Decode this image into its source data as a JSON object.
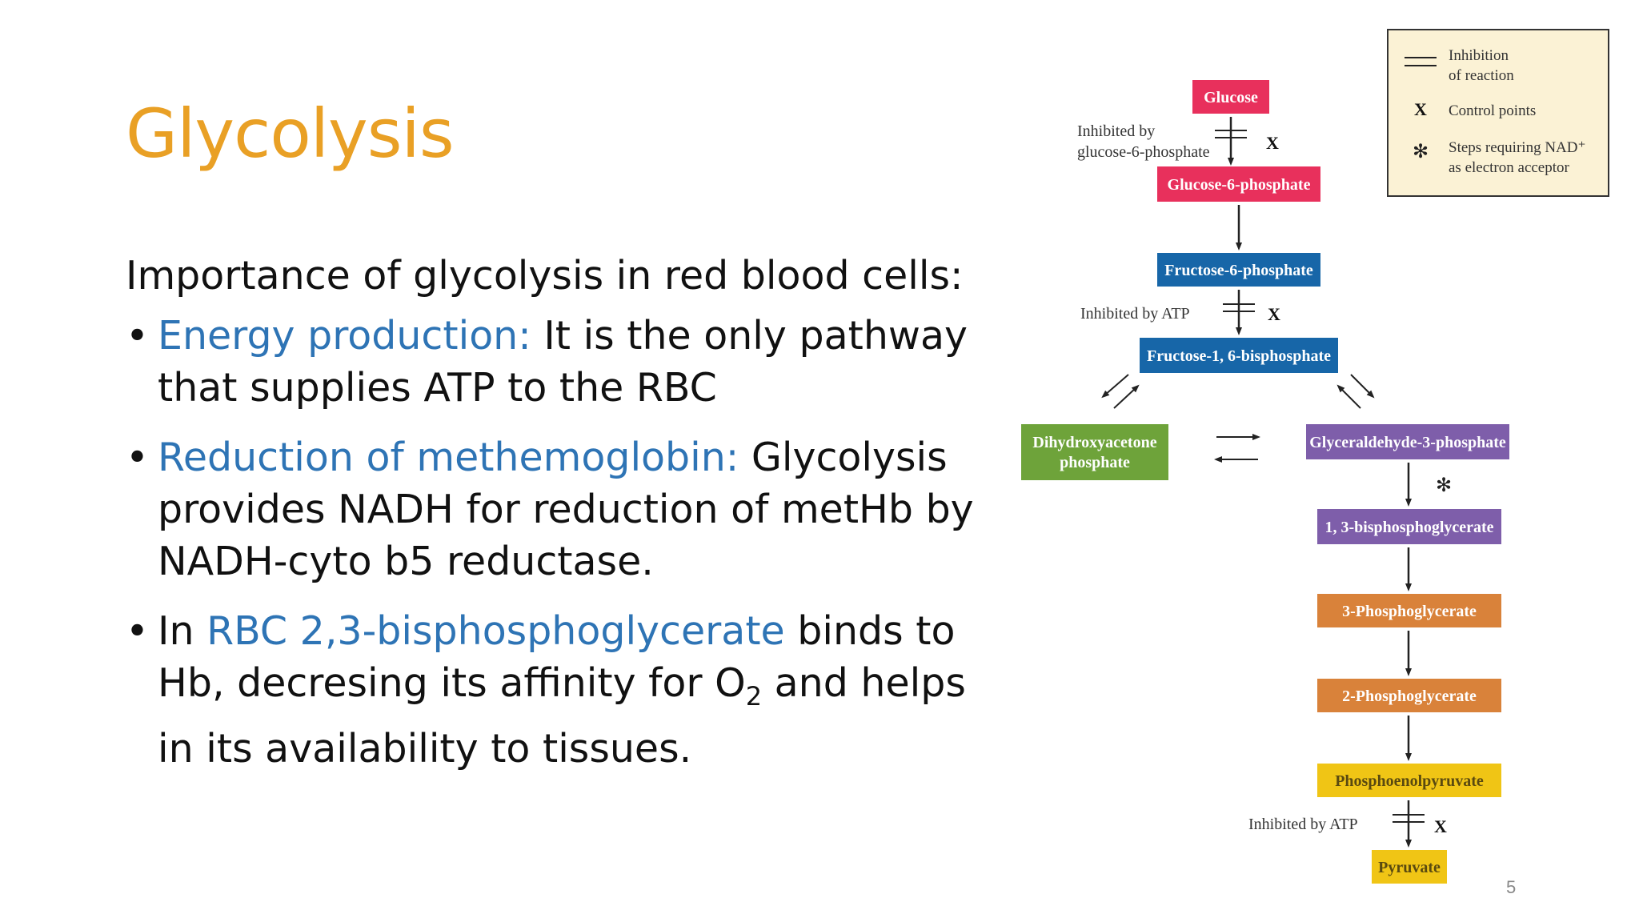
{
  "slide": {
    "title": "Glycolysis",
    "intro": "Importance of glycolysis in red blood cells:",
    "bullets": [
      {
        "accent": "Energy production:",
        "text": " It is the only pathway that supplies ATP to the RBC"
      },
      {
        "accent": "Reduction of methemoglobin:",
        "text": "  Glycolysis provides NADH for reduction of metHb by NADH-cyto b5 reductase."
      },
      {
        "prefix": "In ",
        "accent": "RBC 2,3-bisphosphoglycerate",
        "text_before_sub": " binds to Hb, decresing its affinity for O",
        "sub": "2",
        "text_after_sub": " and helps in its availability to tissues."
      }
    ],
    "page_number": "5"
  },
  "diagram": {
    "legend": {
      "inhibition_line1": "Inhibition",
      "inhibition_line2": "of reaction",
      "control_symbol": "X",
      "control_label": "Control points",
      "nad_symbol": "✻",
      "nad_line1": "Steps requiring NAD⁺",
      "nad_line2": "as electron acceptor"
    },
    "nodes": {
      "glucose": "Glucose",
      "glucose6p": "Glucose-6-phosphate",
      "fructose6p": "Fructose-6-phosphate",
      "fructose16bp": "Fructose-1, 6-bisphosphate",
      "dhap_line1": "Dihydroxyacetone",
      "dhap_line2": "phosphate",
      "g3p": "Glyceraldehyde-3-phosphate",
      "bpg13": "1, 3-bisphosphoglycerate",
      "pg3": "3-Phosphoglycerate",
      "pg2": "2-Phosphoglycerate",
      "pep": "Phosphoenolpyruvate",
      "pyruvate": "Pyruvate"
    },
    "annotations": {
      "inhibited_g6p_line1": "Inhibited by",
      "inhibited_g6p_line2": "glucose-6-phosphate",
      "inhibited_atp_1": "Inhibited by ATP",
      "inhibited_atp_2": "Inhibited by ATP",
      "control_mark": "X",
      "nad_mark": "✻"
    },
    "colors": {
      "glucose": "#E8305C",
      "fructose": "#1766A8",
      "dhap": "#6EA33A",
      "triose": "#7E5EAA",
      "orange": "#D9823A",
      "yellow": "#F0C515",
      "legend_bg": "#FBF2D5"
    }
  }
}
